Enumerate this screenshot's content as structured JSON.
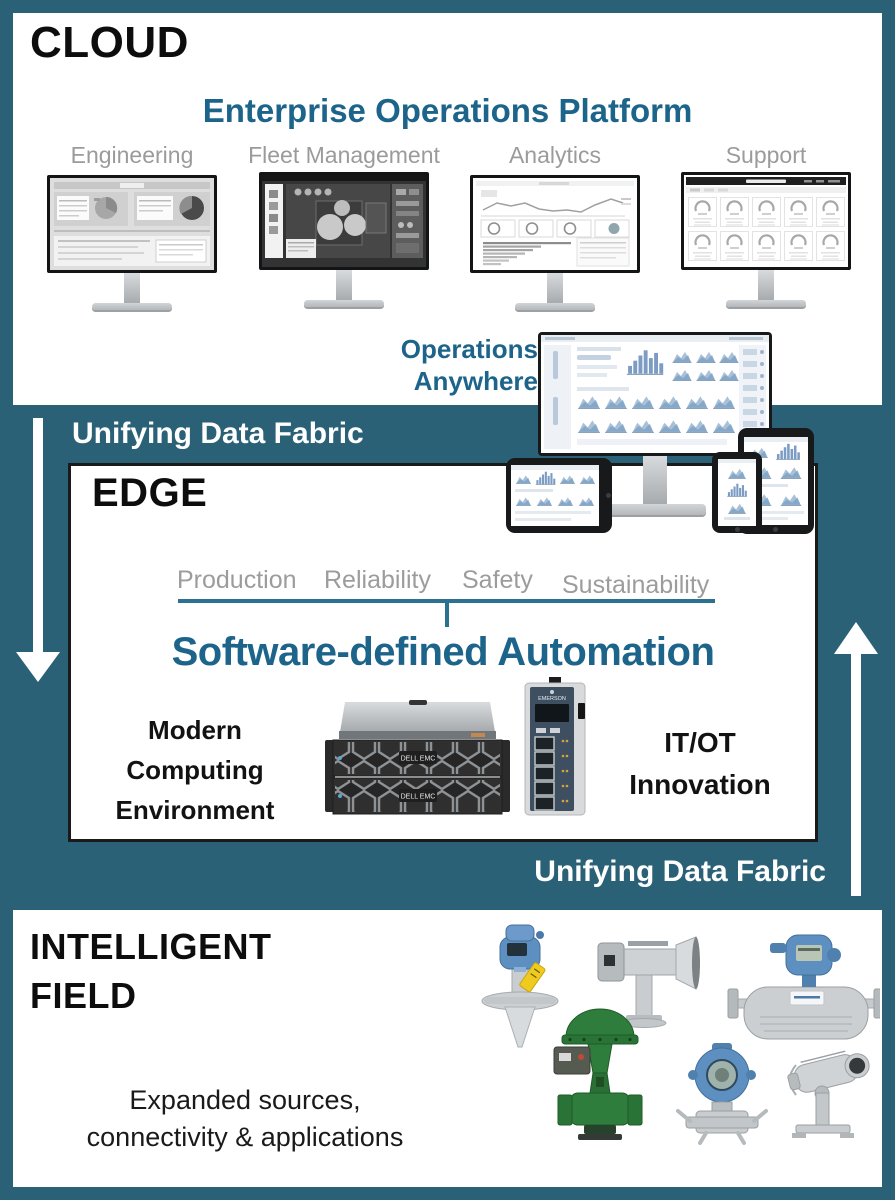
{
  "colors": {
    "teal": "#2b6177",
    "heading_teal": "#1d648b",
    "label_gray": "#9b9b9b",
    "underline_teal": "#2d7190",
    "box_border": "#1a1a1a",
    "rosemount_blue": "#5d8fc0",
    "valve_green": "#2f7d3c",
    "stainless": "#c9cdcf"
  },
  "cloud": {
    "heading": "CLOUD",
    "title": "Enterprise Operations Platform",
    "monitors": [
      {
        "label": "Engineering"
      },
      {
        "label": "Fleet Management"
      },
      {
        "label": "Analytics"
      },
      {
        "label": "Support"
      }
    ],
    "operations_anywhere": {
      "line1": "Operations",
      "line2": "Anywhere"
    }
  },
  "fabric": {
    "top_label": "Unifying Data Fabric",
    "bottom_label": "Unifying Data Fabric"
  },
  "edge": {
    "heading": "EDGE",
    "categories": [
      "Production",
      "Reliability",
      "Safety",
      "Sustainability"
    ],
    "title": "Software-defined Automation",
    "left_caption": {
      "line1": "Modern",
      "line2": "Computing",
      "line3": "Environment"
    },
    "right_caption": {
      "line1": "IT/OT",
      "line2": "Innovation"
    },
    "server_brand": "DELL EMC",
    "controller_brand": "EMERSON"
  },
  "field": {
    "heading": {
      "line1": "INTELLIGENT",
      "line2": "FIELD"
    },
    "description": {
      "line1": "Expanded sources,",
      "line2": "connectivity & applications"
    }
  }
}
